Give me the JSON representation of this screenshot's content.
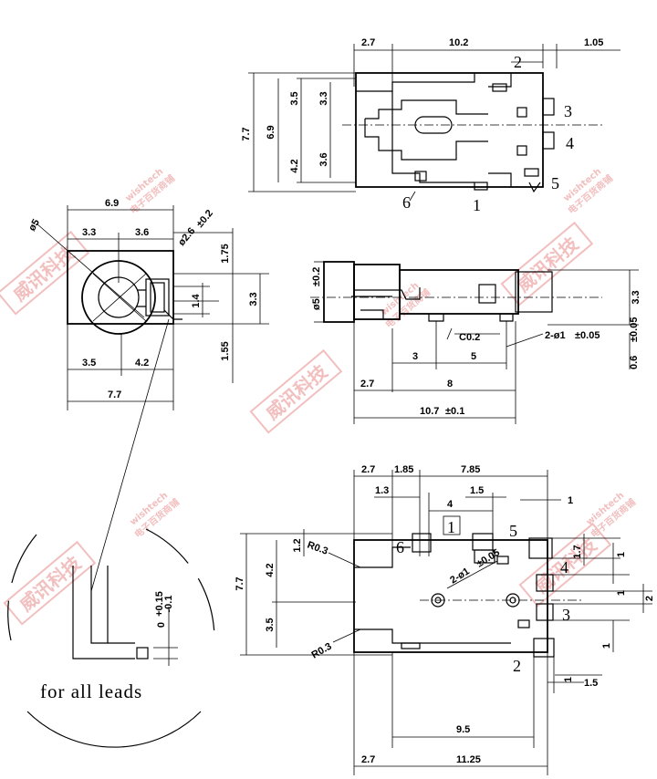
{
  "top_view": {
    "widths": [
      "2.7",
      "10.2",
      "1.05"
    ],
    "heights_outer": [
      "7.7",
      "6.9"
    ],
    "heights_inner": [
      "3.5",
      "3.3",
      "4.2",
      "3.6"
    ],
    "pins": [
      "2",
      "3",
      "4",
      "5",
      "6",
      "1"
    ]
  },
  "end_view": {
    "top": [
      "6.9",
      "3.3",
      "3.6"
    ],
    "hole": "ø2.6",
    "hole_tol": "±0.2",
    "diameter": "ø5",
    "right": [
      "1.75",
      "1.4",
      "3.3",
      "1.55"
    ],
    "bottom": [
      "3.5",
      "4.2",
      "7.7"
    ]
  },
  "side_view": {
    "diameter": "ø5",
    "diameter_tol": "±0.2",
    "chamfer": "C0.2",
    "pins_note": "2-ø1",
    "pins_note_tol": "±0.05",
    "right": [
      "3.3",
      "0.6"
    ],
    "right_tol": "±0.05",
    "bottom": [
      "3",
      "5",
      "2.7",
      "8",
      "10.7"
    ],
    "bottom_tol": "±0.1"
  },
  "bottom_view": {
    "top_dims": [
      "2.7",
      "1.85",
      "7.85",
      "1.3",
      "4",
      "1.5",
      "1"
    ],
    "left_dims": [
      "7.7",
      "1.2",
      "4.2",
      "3.5"
    ],
    "radius_labels": [
      "R0.3",
      "R0.3"
    ],
    "holes_note": "2-ø1",
    "holes_tol": "±0.05",
    "right_dims": [
      "1.7",
      "1",
      "1",
      "2",
      "1",
      "1",
      "1.5"
    ],
    "bottom_dims": [
      "9.5",
      "2.7",
      "11.25"
    ],
    "pins": [
      "6",
      "1",
      "5",
      "4",
      "3",
      "2"
    ]
  },
  "detail": {
    "tol_upper": "+0.15",
    "tol_lower": "-0.1",
    "zero": "0",
    "caption": "for all leads"
  },
  "watermark": {
    "brand": "威讯科技",
    "site": "wishtech",
    "tagline": "电子百货商铺",
    "color": "#e88a8a"
  }
}
